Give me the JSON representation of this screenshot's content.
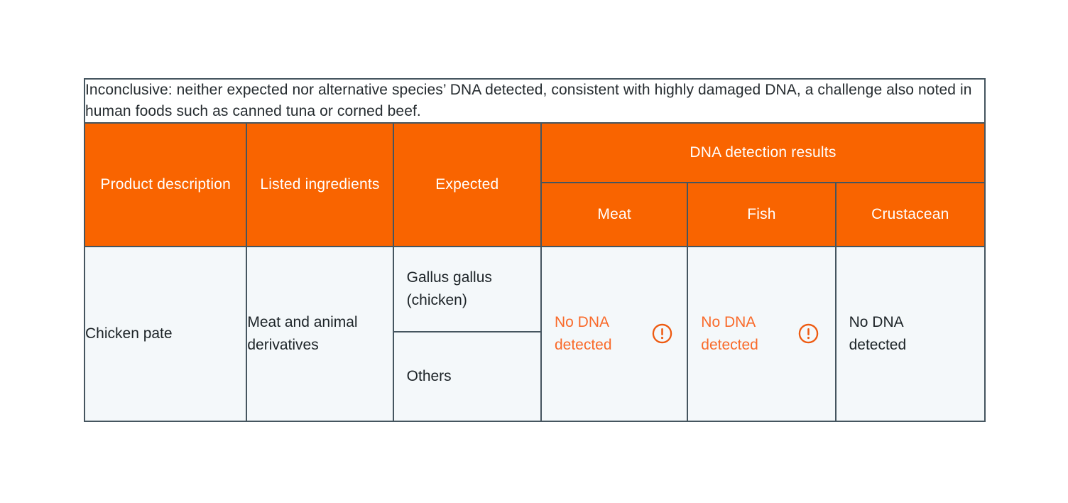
{
  "note": {
    "text": "Inconclusive: neither expected nor alternative species’ DNA detected, consistent with highly damaged DNA, a challenge also noted in human foods such as canned tuna or corned beef."
  },
  "colors": {
    "header_orange": "#f96400",
    "flag_orange": "#f96a2a",
    "border": "#45555f",
    "body_bg": "#f4f8fa",
    "note_bg": "#ffffff",
    "text": "#1c2327"
  },
  "table": {
    "columns": {
      "product_description": "Product description",
      "listed_ingredients": "Listed ingredients",
      "expected": "Expected",
      "dna_group": "DNA detection results",
      "meat": "Meat",
      "fish": "Fish",
      "crustacean": "Crustacean"
    },
    "rows": [
      {
        "product_description": "Chicken pate",
        "listed_ingredients": "Meat and animal derivatives",
        "expected_primary": "Gallus gallus (chicken)",
        "expected_secondary": "Others",
        "results": {
          "meat": {
            "text": "No DNA detected",
            "flagged": true,
            "icon": "warning-circle-icon"
          },
          "fish": {
            "text": "No DNA detected",
            "flagged": true,
            "icon": "warning-circle-icon"
          },
          "crustacean": {
            "text": "No DNA detected",
            "flagged": false,
            "icon": null
          }
        }
      }
    ]
  }
}
